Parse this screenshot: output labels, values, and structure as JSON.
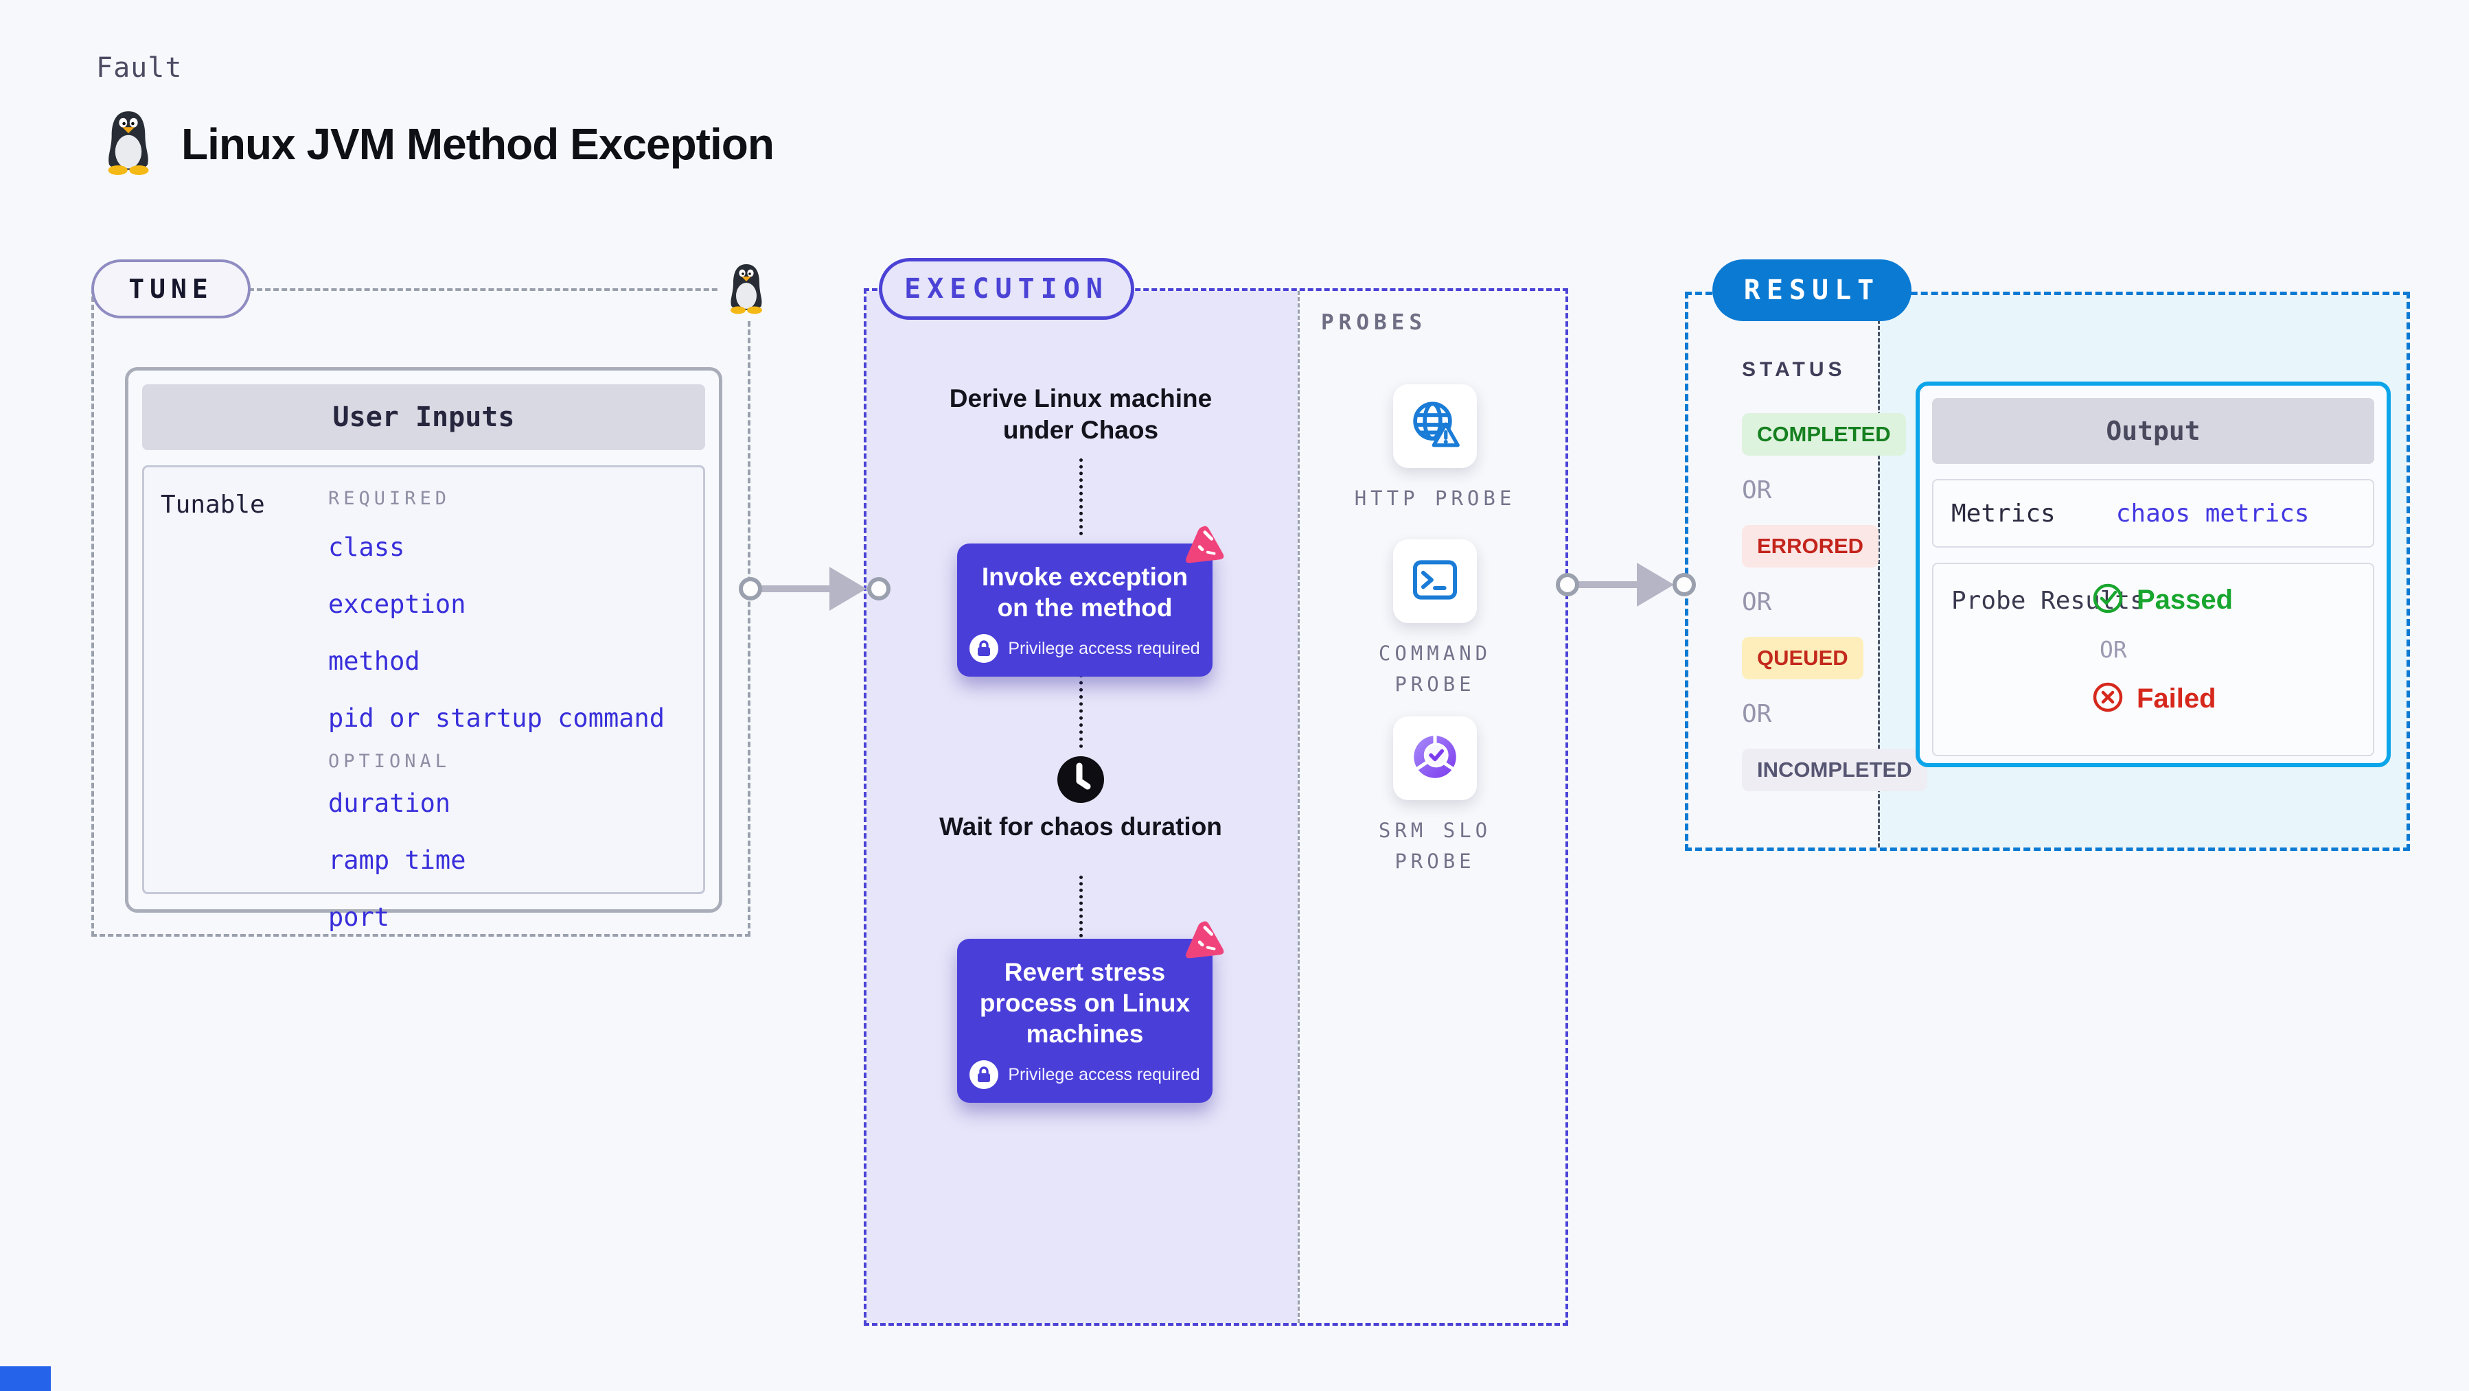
{
  "page": {
    "kicker": "Fault",
    "title": "Linux JVM Method Exception"
  },
  "tune": {
    "label": "TUNE",
    "card_title": "User Inputs",
    "row_label": "Tunable",
    "required_label": "REQUIRED",
    "required_items": [
      "class",
      "exception",
      "method",
      "pid or startup command"
    ],
    "optional_label": "OPTIONAL",
    "optional_items": [
      "duration",
      "ramp time",
      "port"
    ]
  },
  "execution": {
    "label": "EXECUTION",
    "step_derive": "Derive Linux machine under Chaos",
    "step_invoke": "Invoke exception on the method",
    "step_wait": "Wait for chaos duration",
    "step_revert": "Revert stress process on Linux machines",
    "privilege_note": "Privilege access required"
  },
  "probes": {
    "label": "PROBES",
    "items": [
      {
        "name": "HTTP PROBE",
        "icon": "globe-alert-icon"
      },
      {
        "name": "COMMAND PROBE",
        "icon": "terminal-icon"
      },
      {
        "name": "SRM SLO PROBE",
        "icon": "slo-donut-icon"
      }
    ]
  },
  "result": {
    "label": "RESULT",
    "status_label": "STATUS",
    "or_label": "OR",
    "statuses": [
      {
        "label": "COMPLETED",
        "bg": "#DEF3DE",
        "fg": "#15801F"
      },
      {
        "label": "ERRORED",
        "bg": "#FBE7E6",
        "fg": "#C3241C"
      },
      {
        "label": "QUEUED",
        "bg": "#FDEEBC",
        "fg": "#C3291C"
      },
      {
        "label": "INCOMPLETED",
        "bg": "#EDEDF3",
        "fg": "#565673"
      }
    ],
    "output": {
      "title": "Output",
      "metrics_label": "Metrics",
      "metrics_link": "chaos metrics",
      "probe_results_label": "Probe Results",
      "passed_label": "Passed",
      "failed_label": "Failed"
    }
  },
  "colors": {
    "page_bg": "#F7F8FB",
    "indigo_node": "#4A3ED9",
    "indigo_border": "#4B42D6",
    "lavender_bg": "#E6E5F9",
    "result_blue": "#0B7AD3",
    "cyan_bg": "#E8F5FB",
    "output_border": "#0DA5E9",
    "link_blue": "#382FDB",
    "pink_badge": "#F0437C",
    "probe_icon_blue": "#1A7CD6",
    "srm_purple": "#7C3AED",
    "passed_green": "#18A62E",
    "failed_red": "#D6281C",
    "arrow_gray": "#B5B5C5"
  }
}
